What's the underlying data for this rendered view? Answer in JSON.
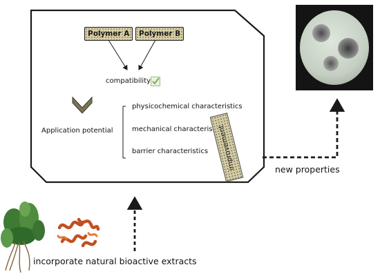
{
  "polymers": [
    "Polymer A",
    "Polymer B"
  ],
  "compatibility": "compatibility",
  "application_potential": "Application potential",
  "characteristics": [
    "physicochemical characteristics",
    "mechanical characteristics",
    "barrier characteristics"
  ],
  "improvement": "improvement",
  "new_properties": "new properties",
  "incorporate": "incorporate natural bioactive extracts",
  "colors": {
    "polymer_fill": "#d9d0a8",
    "check": "#7fae5a",
    "chevron": "#7a7355",
    "arrows": "#1a1a1a"
  }
}
